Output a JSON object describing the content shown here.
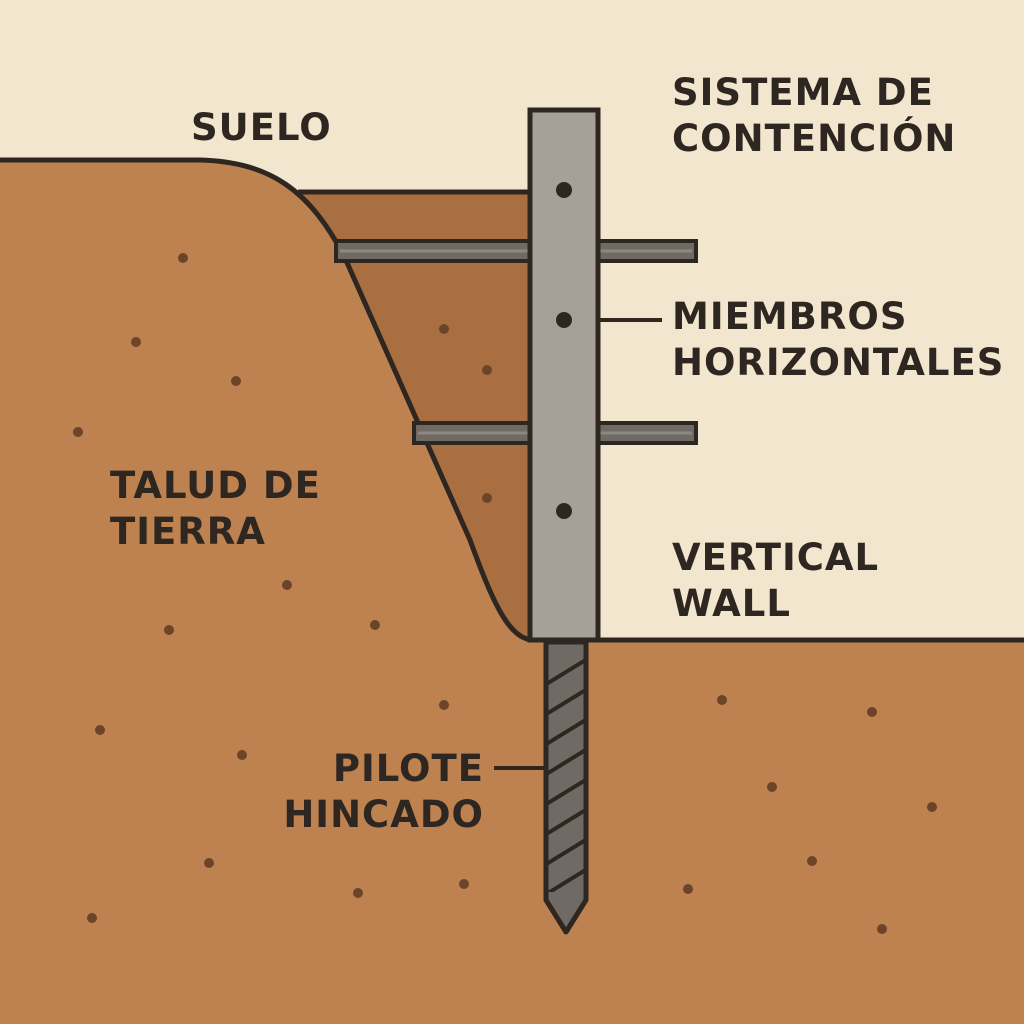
{
  "colors": {
    "background": "#f3e6cf",
    "soil": "#bd8250",
    "soil_shadow": "#a96f40",
    "outline": "#2e2620",
    "wall": "#a6a099",
    "pile": "#6f6a63",
    "text": "#2e2620"
  },
  "labels": {
    "suelo": "SUELO",
    "sistema_line1": "SISTEMA DE",
    "sistema_line2": "CONTENCIÓN",
    "miembros_line1": "MIEMBROS",
    "miembros_line2": "HORIZONTALES",
    "talud_line1": "TALUD DE",
    "talud_line2": "TIERRA",
    "vertical_line1": "VERTICAL",
    "vertical_line2": "WALL",
    "pilote_line1": "PILOTE",
    "pilote_line2": "HINCADO"
  }
}
